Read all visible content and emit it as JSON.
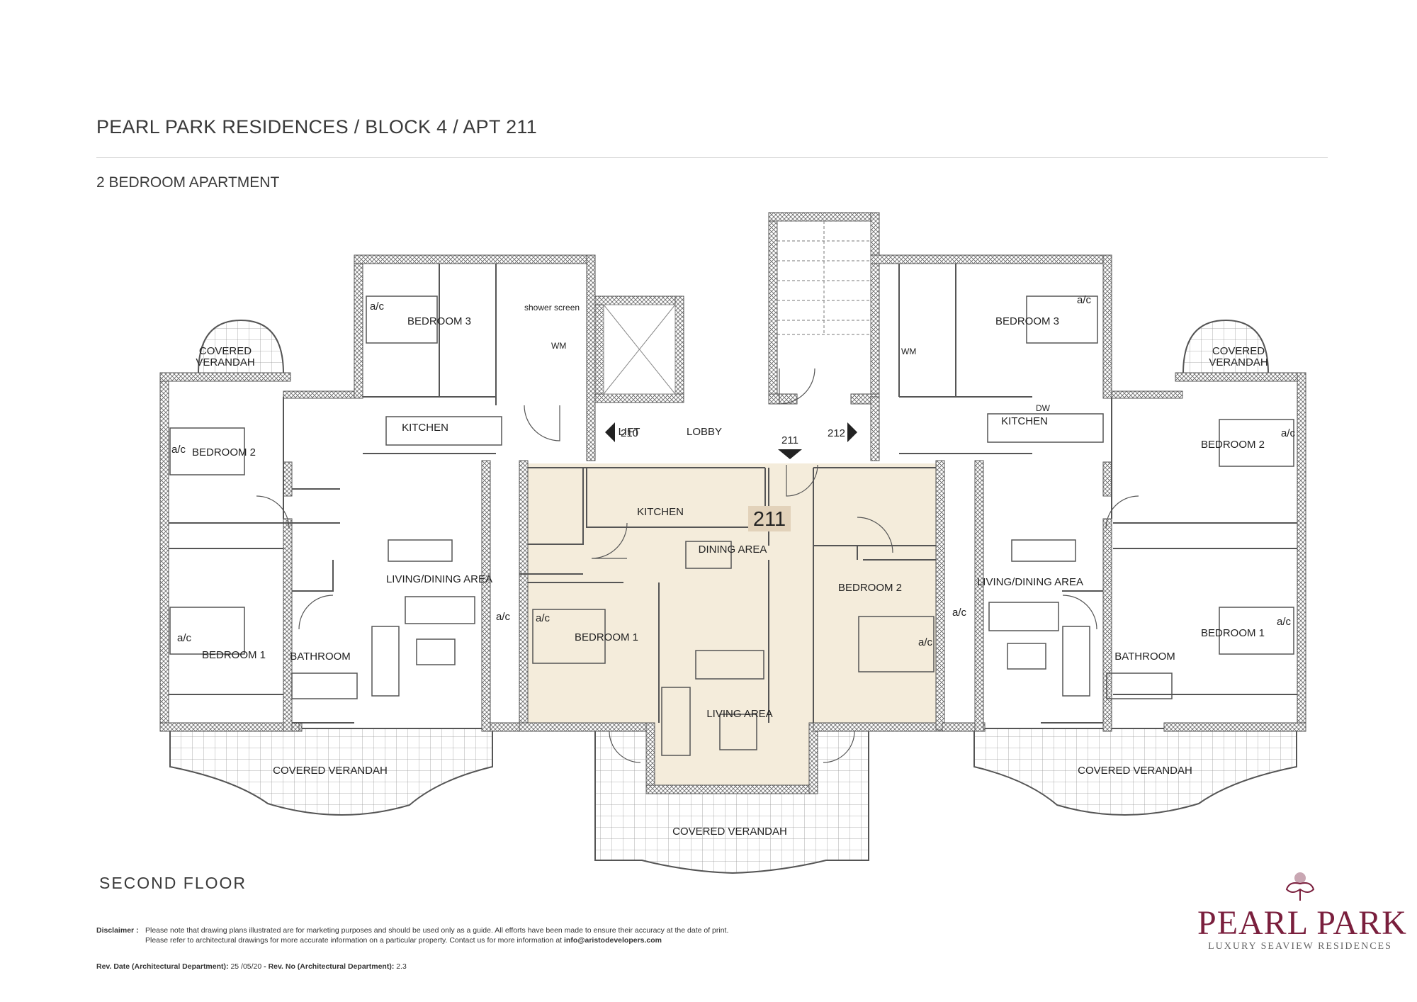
{
  "header": {
    "title": "PEARL PARK RESIDENCES / BLOCK 4 / APT 211",
    "subtitle": "2 BEDROOM APARTMENT"
  },
  "floor_label": "SECOND FLOOR",
  "plan": {
    "apartment_number": "211",
    "neighbor_left": "210",
    "neighbor_right": "212",
    "colors": {
      "highlight": "#f4ecdb",
      "apt_badge": "#e2d2ba",
      "wall": "#555555"
    },
    "labels": {
      "lobby": "LOBBY",
      "lift": "LIFT",
      "left_covered_verandah_top": "COVERED\nVERANDAH",
      "left_bedroom3": "BEDROOM  3",
      "left_shower_screen": "shower screen",
      "left_wm": "WM",
      "left_bedroom2": "BEDROOM  2",
      "left_kitchen": "KITCHEN",
      "left_living_dining": "LIVING/DINING AREA",
      "left_bedroom1": "BEDROOM  1",
      "left_bathroom": "BATHROOM",
      "left_covered_verandah": "COVERED VERANDAH",
      "center_kitchen": "KITCHEN",
      "center_dining": "DINING AREA",
      "center_bedroom1": "BEDROOM  1",
      "center_bedroom2": "BEDROOM  2",
      "center_living": "LIVING AREA",
      "center_covered_verandah": "COVERED VERANDAH",
      "right_bedroom3": "BEDROOM  3",
      "right_wm": "WM",
      "right_dw": "DW",
      "right_kitchen": "KITCHEN",
      "right_covered_verandah_top": "COVERED\nVERANDAH",
      "right_bedroom2": "BEDROOM  2",
      "right_living_dining": "LIVING/DINING AREA",
      "right_bedroom1": "BEDROOM  1",
      "right_bathroom": "BATHROOM",
      "right_covered_verandah": "COVERED VERANDAH",
      "ac": "a/c"
    }
  },
  "footer": {
    "disclaimer_label": "Disclaimer :",
    "disclaimer_line1": "Please note that drawing plans illustrated are for marketing purposes and should be used only as a guide. All efforts have been made to ensure their accuracy at the date of print.",
    "disclaimer_line2": "Please refer to architectural drawings for more accurate information on a particular property. Contact us for more information at ",
    "email": "info@aristodevelopers.com",
    "rev_date_label": "Rev. Date (Architectural Department):",
    "rev_date": "25 /05/20",
    "rev_no_label": " - Rev. No (Architectural Department):",
    "rev_no": "2.3"
  },
  "logo": {
    "name": "PEARL PARK",
    "tagline": "LUXURY SEAVIEW RESIDENCES",
    "icon": "pearl-flower-icon"
  }
}
